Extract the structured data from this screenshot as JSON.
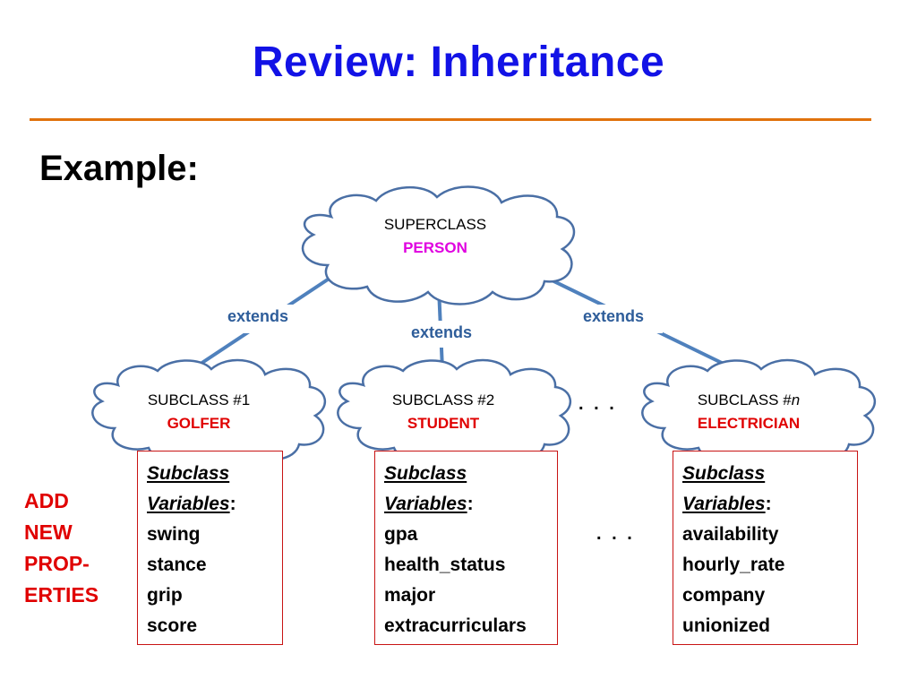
{
  "title": "Review: Inheritance",
  "example_heading": "Example:",
  "superclass": {
    "label": "SUPERCLASS",
    "name": "PERSON"
  },
  "extends_label": "extends",
  "subclasses": [
    {
      "label": "SUBCLASS #1",
      "label_suffix": "",
      "name": "GOLFER",
      "var_header_1": "Subclass",
      "var_header_2": "Variables",
      "var_header_colon": ":",
      "variables": [
        "swing",
        "stance",
        "grip",
        "score"
      ]
    },
    {
      "label": "SUBCLASS #2",
      "label_suffix": "",
      "name": "STUDENT",
      "var_header_1": "Subclass",
      "var_header_2": "Variables",
      "var_header_colon": ":",
      "variables": [
        "gpa",
        "health_status",
        "major",
        "extracurriculars"
      ]
    },
    {
      "label": "SUBCLASS #",
      "label_suffix": "n",
      "name": "ELECTRICIAN",
      "var_header_1": "Subclass",
      "var_header_2": "Variables",
      "var_header_colon": ":",
      "variables": [
        "availability",
        "hourly_rate",
        "company",
        "unionized"
      ]
    }
  ],
  "ellipsis": ". . .",
  "side_note": [
    "ADD",
    "NEW",
    "PROP-",
    "ERTIES"
  ],
  "colors": {
    "title": "#1212e6",
    "rule": "#e0720c",
    "cloud_outline": "#4a6fa5",
    "arrow": "#4f81bd",
    "subclass_name": "#e00000",
    "superclass_name": "#e000e0",
    "box_border": "#c81414"
  }
}
